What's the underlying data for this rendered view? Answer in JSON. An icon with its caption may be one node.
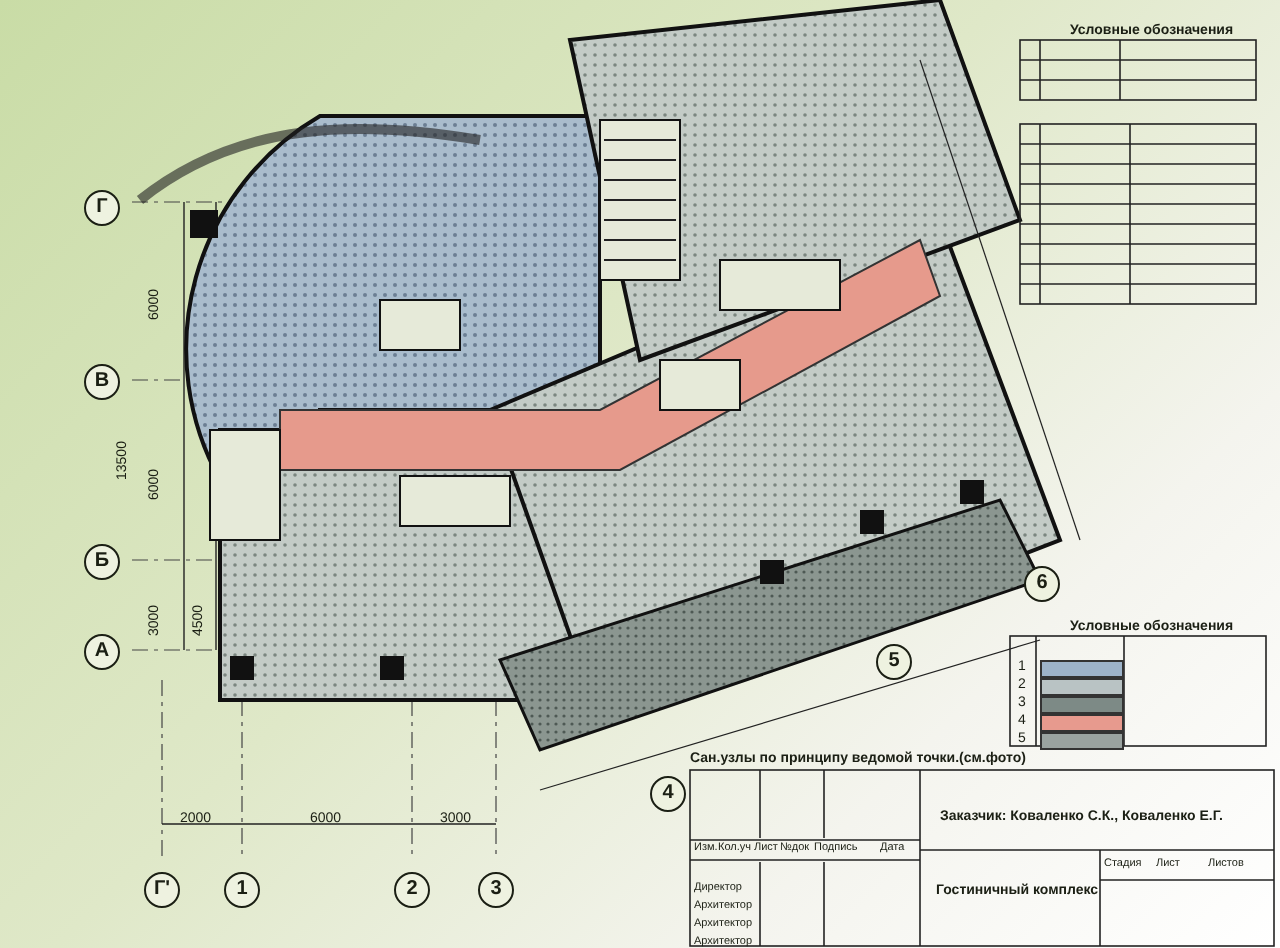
{
  "diagram": {
    "labels": [
      "Г",
      "В",
      "Б",
      "А",
      "6000",
      "13500",
      "6000",
      "3000",
      "4500",
      "Г'",
      "1",
      "2",
      "3",
      "2000",
      "6000",
      "3000",
      "4",
      "5",
      "6",
      "Условные обозначения",
      "Условные обозначения",
      "Сан.узлы по принципу ведомой точки.(см.фото)",
      "Изм.",
      "Кол.уч",
      "Лист",
      "№док",
      "Подпись",
      "Дата",
      "Директор",
      "Архитектор",
      "Архитектор",
      "Архитектор",
      "Заказчик: Коваленко С.К., Коваленко Е.Г.",
      "Гостиничный комплекс",
      "Стадия",
      "Лист",
      "Листов"
    ],
    "legend": [
      {
        "text": "1",
        "color": "#9db3c9"
      },
      {
        "text": "2",
        "color": "#b9c3c4"
      },
      {
        "text": "3",
        "color": "#7d8a86"
      },
      {
        "text": "4",
        "color": "#e79a8e"
      },
      {
        "text": "5",
        "color": "#9aa3a0"
      }
    ]
  }
}
